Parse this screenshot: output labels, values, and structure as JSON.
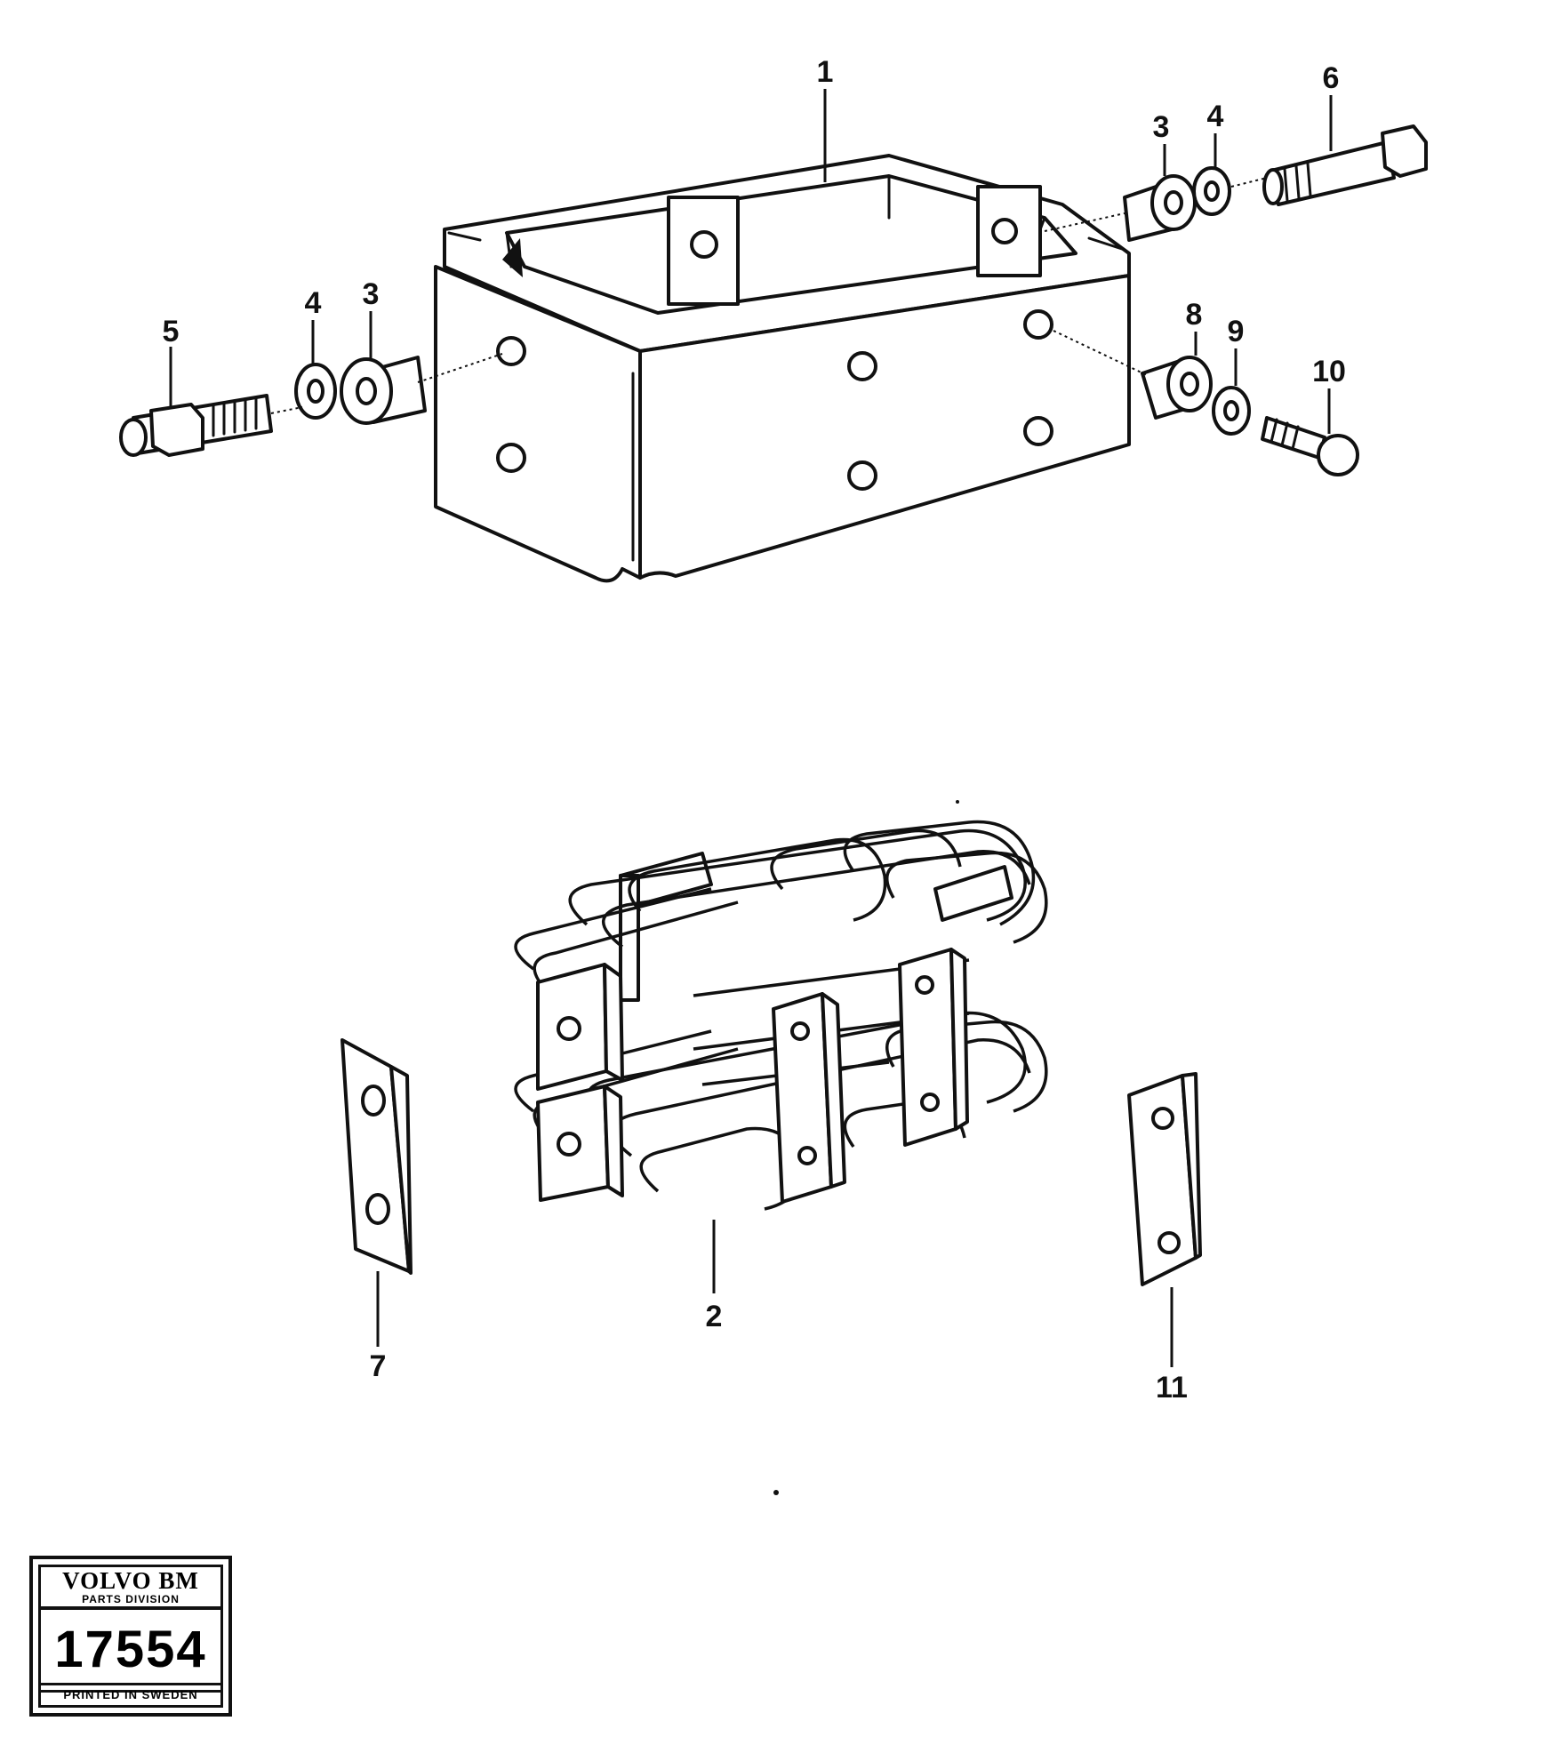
{
  "callouts": {
    "c1": "1",
    "c2": "2",
    "c3_left": "3",
    "c3_right": "3",
    "c4_left": "4",
    "c4_right": "4",
    "c5": "5",
    "c6": "6",
    "c7": "7",
    "c8": "8",
    "c9": "9",
    "c10": "10",
    "c11": "11"
  },
  "stamp": {
    "brand": "VOLVO BM",
    "division": "PARTS DIVISION",
    "number": "17554",
    "footer": "PRINTED IN SWEDEN"
  },
  "colors": {
    "ink": "#111111",
    "paper": "#ffffff"
  }
}
